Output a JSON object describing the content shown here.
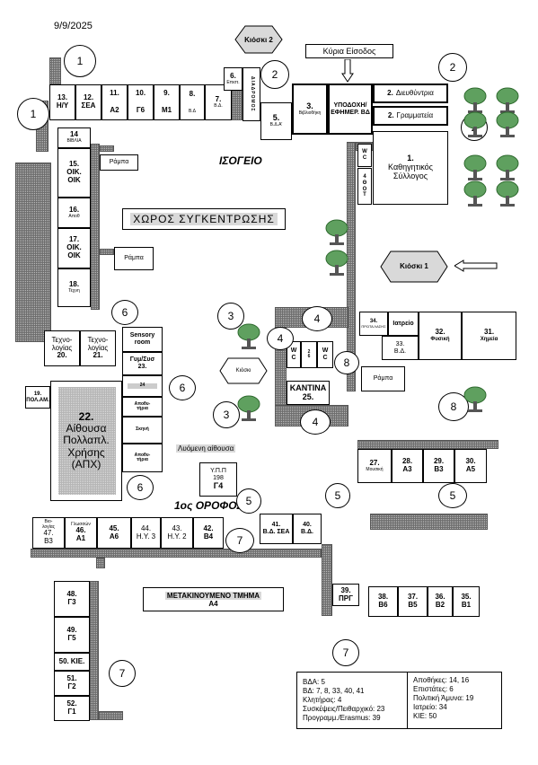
{
  "date": "9/9/2025",
  "main_entrance": "Κύρια Είσοδος",
  "kiosk1": "Κιόσκι 1",
  "kiosk2": "Κιόσκι 2",
  "kiosk_small": "Κιόσκι",
  "floor_ground": "ΙΣΟΓΕΙΟ",
  "floor_first": "1ος ΟΡΟΦΟΣ",
  "assembly_area": "ΧΩΡΟΣ ΣΥΓΚΕΝΤΡΩΣΗΣ",
  "mobile_section": {
    "title": "ΜΕΤΑΚΙΝΟΥΜΕΝΟ ΤΜΗΜΑ",
    "code": "Α4"
  },
  "dismantled_room": "Λυόμενη αίθουσα",
  "ramp": "Ράμπα",
  "rooms": {
    "r13": {
      "num": "13.",
      "label": "Η/Υ"
    },
    "r12": {
      "num": "12.",
      "label": "ΣΕΑ"
    },
    "r11": {
      "num": "11.",
      "label": "Α2"
    },
    "r10": {
      "num": "10.",
      "label": "Γ6"
    },
    "r9": {
      "num": "9.",
      "label": "Μ1"
    },
    "r8": {
      "num": "8.",
      "label": "Β.Δ"
    },
    "r7": {
      "num": "7.",
      "label": "Β.Δ."
    },
    "r6": {
      "num": "6.",
      "label": "Επιστ."
    },
    "corridor": "ΔΙΑΔΡΟΜΟΣ",
    "r3": {
      "num": "3.",
      "label": "Βιβλιοθήκη"
    },
    "reception": {
      "label": "ΥΠΟΔΟΧΗ/ ΕΦΗΜΕΡ. ΒΔ"
    },
    "r2a": {
      "num": "2.",
      "label": "Διευθύντρια"
    },
    "r2b": {
      "num": "2.",
      "label": "Γραμματεία"
    },
    "r5": {
      "num": "5.",
      "label": "Β.Δ.Α'"
    },
    "r1": {
      "num": "1.",
      "label": "Καθηγητικός Σύλλογος"
    },
    "wc_top": "W C",
    "r4": {
      "num": "4",
      "label": "Θ Ο Τ"
    },
    "r14": {
      "num": "14",
      "label": "ΒΙΒΛΙΑ"
    },
    "r15": {
      "num": "15.",
      "label": "ΟΙΚ. ΟΙΚ"
    },
    "r16": {
      "num": "16.",
      "label": "Αποθ"
    },
    "r17": {
      "num": "17.",
      "label": "ΟΙΚ. ΟΙΚ"
    },
    "r18": {
      "num": "18.",
      "label": "Τέχνη"
    },
    "tech20": {
      "num": "20.",
      "label": "Τεχνο- λογίας"
    },
    "tech21": {
      "num": "21.",
      "label": "Τεχνο- λογίας"
    },
    "sensory": {
      "label": "Sensory room"
    },
    "gym23": {
      "num": "23.",
      "label": "Γυμ/Συσ"
    },
    "r24": {
      "num": "24",
      "label": ""
    },
    "storage1": {
      "label": "Αποθυ- τήρια"
    },
    "stage": {
      "label": "Σκηνή"
    },
    "storage2": {
      "label": "Αποθυ- τήρια"
    },
    "r19": {
      "num": "19.",
      "label": "ΠΟΛ.ΑΜ."
    },
    "r22": {
      "num": "22.",
      "label": "Αίθουσα Πολλαπλ. Χρήσης (ΑΠΧ)"
    },
    "ypp": {
      "num": "198",
      "label": "Υ.Π.Π",
      "code": "Γ4"
    },
    "canteen": {
      "num": "25.",
      "label": "ΚΑΝΤΙΝΑ"
    },
    "wc1": "W C",
    "r26": "2 6",
    "wc2": "W C",
    "r34": {
      "num": "34.",
      "label": "ΠΡΩΤΑ ΛΑΣΗΣ"
    },
    "infirmary": {
      "label": "Ιατρείο"
    },
    "r33": {
      "num": "33.",
      "label": "Β.Δ."
    },
    "r32": {
      "num": "32.",
      "label": "Φυσική"
    },
    "r31": {
      "num": "31.",
      "label": "Χημεία"
    },
    "r27": {
      "num": "27.",
      "label": "Μουσική"
    },
    "r28": {
      "num": "28.",
      "label": "Α3"
    },
    "r29": {
      "num": "29.",
      "label": "Β3"
    },
    "r30": {
      "num": "30.",
      "label": "Α5"
    },
    "r47": {
      "num": "47.",
      "label": "Βιο- λογίας",
      "code": "Β3"
    },
    "r46": {
      "num": "46.",
      "label": "Γλωσσών",
      "code": "Α1"
    },
    "r45": {
      "num": "45.",
      "label": "Α6"
    },
    "r44": {
      "num": "44.",
      "label": "Η.Υ. 3"
    },
    "r43": {
      "num": "43.",
      "label": "Η.Υ. 2"
    },
    "r42": {
      "num": "42.",
      "label": "Β4"
    },
    "r41": {
      "num": "41.",
      "label": "Β.Δ. ΣΕΑ"
    },
    "r40": {
      "num": "40.",
      "label": "Β.Δ."
    },
    "r39": {
      "num": "39.",
      "label": "ΠΡΓ"
    },
    "r38": {
      "num": "38.",
      "label": "Β6"
    },
    "r37": {
      "num": "37.",
      "label": "Β5"
    },
    "r36": {
      "num": "36.",
      "label": "Β2"
    },
    "r35": {
      "num": "35.",
      "label": "Β1"
    },
    "r48": {
      "num": "48.",
      "label": "Γ3"
    },
    "r49": {
      "num": "49.",
      "label": "Γ5"
    },
    "r50": {
      "num": "50.",
      "label": "ΚΙΕ."
    },
    "r51": {
      "num": "51.",
      "label": "Γ2"
    },
    "r52": {
      "num": "52.",
      "label": "Γ1"
    }
  },
  "zones": [
    "1",
    "1",
    "2",
    "2",
    "2",
    "3",
    "3",
    "4",
    "4",
    "4",
    "4",
    "5",
    "5",
    "5",
    "6",
    "6",
    "6",
    "7",
    "7",
    "7",
    "8",
    "8"
  ],
  "legend": {
    "left": [
      "ΒΔΑ: 5",
      "ΒΔ: 7, 8, 33, 40, 41",
      "Κλητήρας: 4",
      "Συσκέψεις/Πειθαρχικό: 23",
      "Προγραμμ./Erasmus: 39"
    ],
    "right": [
      "Αποθήκες: 14, 16",
      "Επιστάτες: 6",
      "Πολιτική Άμυνα: 19",
      "Ιατρείο: 34",
      "ΚΙΕ: 50"
    ]
  }
}
